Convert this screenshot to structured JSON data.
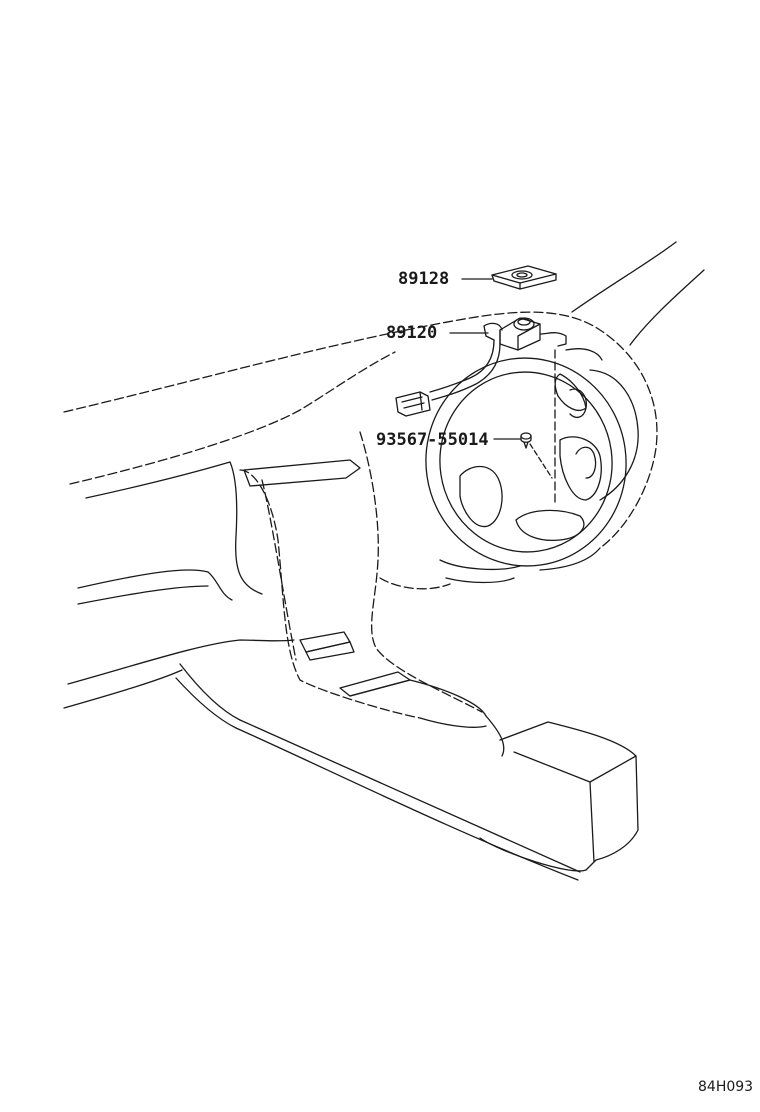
{
  "parts": [
    {
      "id": "89128",
      "label": "89128",
      "description_icon": "sensor-bracket"
    },
    {
      "id": "89120",
      "label": "89120",
      "description_icon": "sensor-with-wire-harness"
    },
    {
      "id": "93567-55014",
      "label": "93567-55014",
      "description_icon": "screw"
    }
  ],
  "figure_code": "84H093",
  "colors": {
    "line": "#1a1a1a",
    "background": "#ffffff"
  }
}
